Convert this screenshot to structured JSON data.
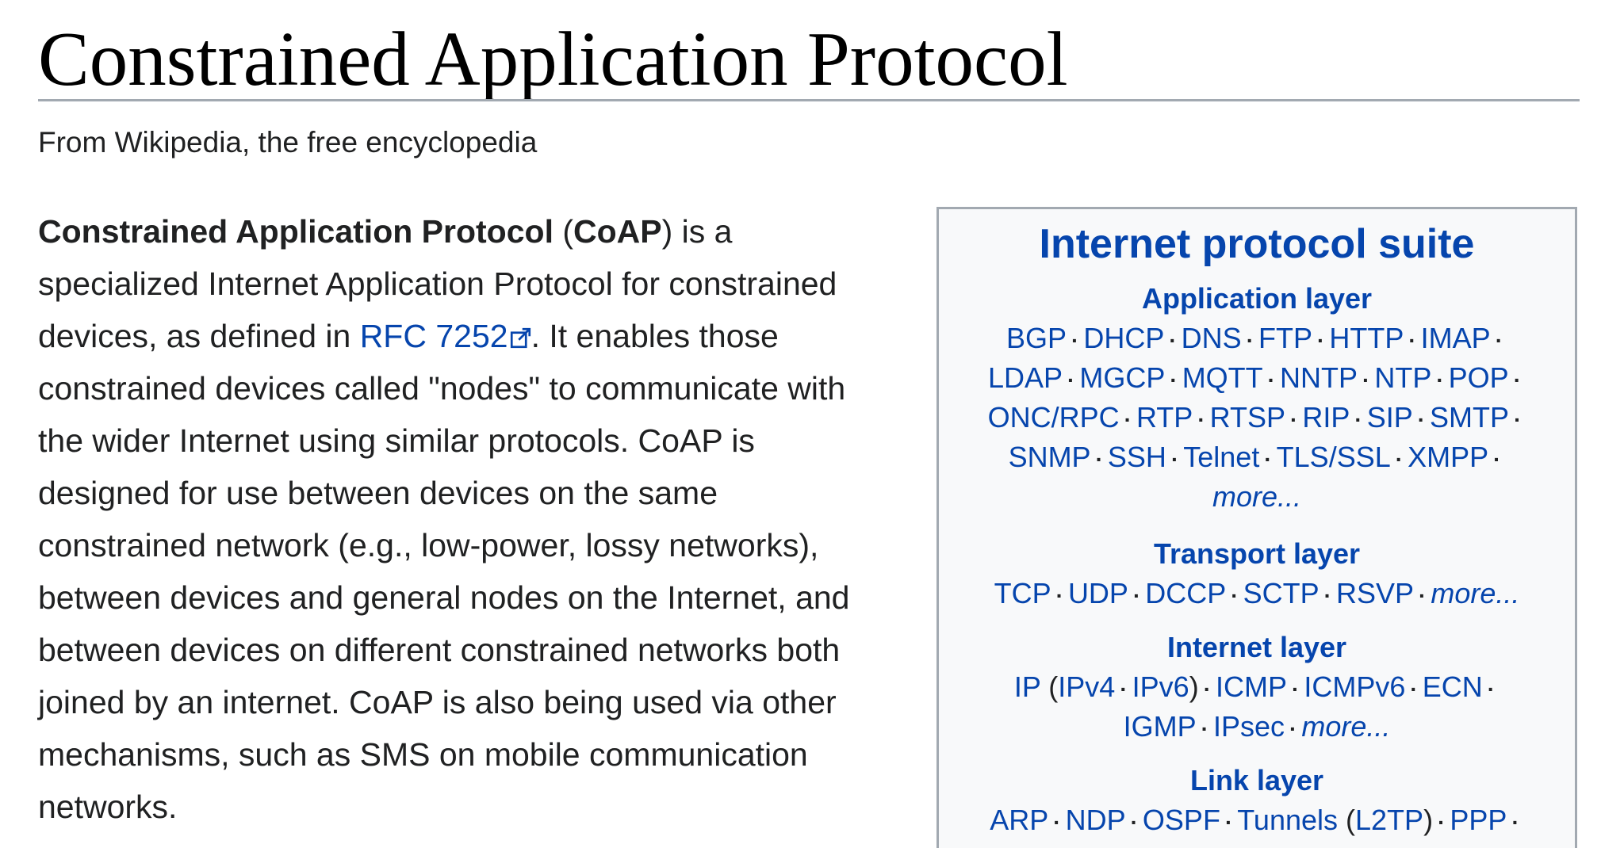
{
  "page": {
    "title": "Constrained Application Protocol",
    "tagline": "From Wikipedia, the free encyclopedia"
  },
  "intro": {
    "l1_bold1": "Constrained Application Protocol",
    "l1_text1": " (",
    "l1_bold2": "CoAP",
    "l1_text2": ") is a",
    "l2": "specialized Internet Application Protocol for constrained",
    "l3_text1": "devices, as defined in ",
    "l3_link": "RFC 7252",
    "l3_text2": ". It enables those",
    "l4": "constrained devices called \"nodes\" to communicate with",
    "l5": "the wider Internet using similar protocols. CoAP is",
    "l6": "designed for use between devices on the same",
    "l7": "constrained network (e.g., low-power, lossy networks),",
    "l8": "between devices and general nodes on the Internet, and",
    "l9": "between devices on different constrained networks both",
    "l10": "joined by an internet. CoAP is also being used via other",
    "l11": "mechanisms, such as SMS on mobile communication",
    "l12": "networks."
  },
  "infobox": {
    "title": "Internet protocol suite",
    "separator": "·",
    "more_label": "more...",
    "application": {
      "heading": "Application layer",
      "row1": [
        "BGP",
        "DHCP",
        "DNS",
        "FTP",
        "HTTP",
        "IMAP"
      ],
      "row2": [
        "LDAP",
        "MGCP",
        "MQTT",
        "NNTP",
        "NTP",
        "POP"
      ],
      "row3": [
        "ONC/RPC",
        "RTP",
        "RTSP",
        "RIP",
        "SIP",
        "SMTP"
      ],
      "row4": [
        "SNMP",
        "SSH",
        "Telnet",
        "TLS/SSL",
        "XMPP"
      ]
    },
    "transport": {
      "heading": "Transport layer",
      "row1": [
        "TCP",
        "UDP",
        "DCCP",
        "SCTP",
        "RSVP"
      ]
    },
    "internet": {
      "heading": "Internet layer",
      "ip": "IP",
      "paren_open": " (",
      "ipv4": "IPv4",
      "ipv6": "IPv6",
      "paren_close": ")",
      "row1_rest": [
        "ICMP",
        "ICMPv6",
        "ECN"
      ],
      "row2": [
        "IGMP",
        "IPsec"
      ]
    },
    "link": {
      "heading": "Link layer",
      "arp": "ARP",
      "ndp": "NDP",
      "ospf": "OSPF",
      "tunnels": "Tunnels",
      "paren_open": " (",
      "l2tp": "L2TP",
      "paren_close": ")",
      "ppp": "PPP"
    }
  }
}
